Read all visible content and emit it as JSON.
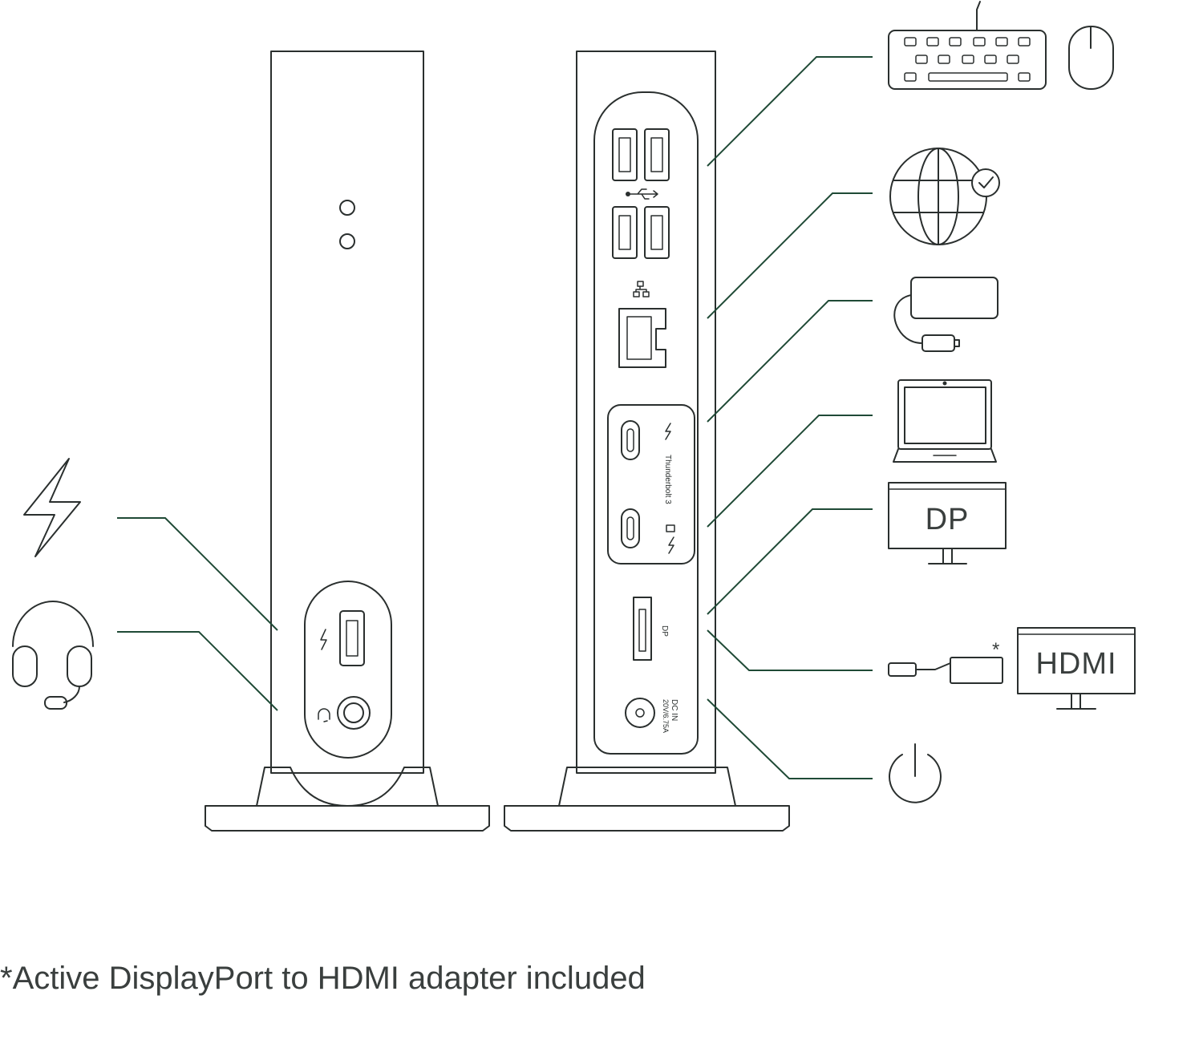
{
  "labels": {
    "thunderbolt": "Thunderbolt 3",
    "dp_port": "DP",
    "dc_in_line1": "DC IN",
    "dc_in_line2": "20V/6.75A",
    "dp_monitor": "DP",
    "hdmi_monitor": "HDMI",
    "asterisk": "*"
  },
  "footnote": "*Active DisplayPort to HDMI adapter included",
  "colors": {
    "ink": "#2a2f2e",
    "leader": "#1f4a36",
    "text": "#3a3f3e"
  },
  "icons": {
    "front": [
      "power-bolt-icon",
      "headset-icon"
    ],
    "rear": [
      "keyboard-icon",
      "mouse-icon",
      "globe-network-icon",
      "hub-dongle-icon",
      "laptop-icon",
      "dp-monitor-icon",
      "hdmi-adapter-icon",
      "hdmi-monitor-icon",
      "power-icon"
    ]
  }
}
